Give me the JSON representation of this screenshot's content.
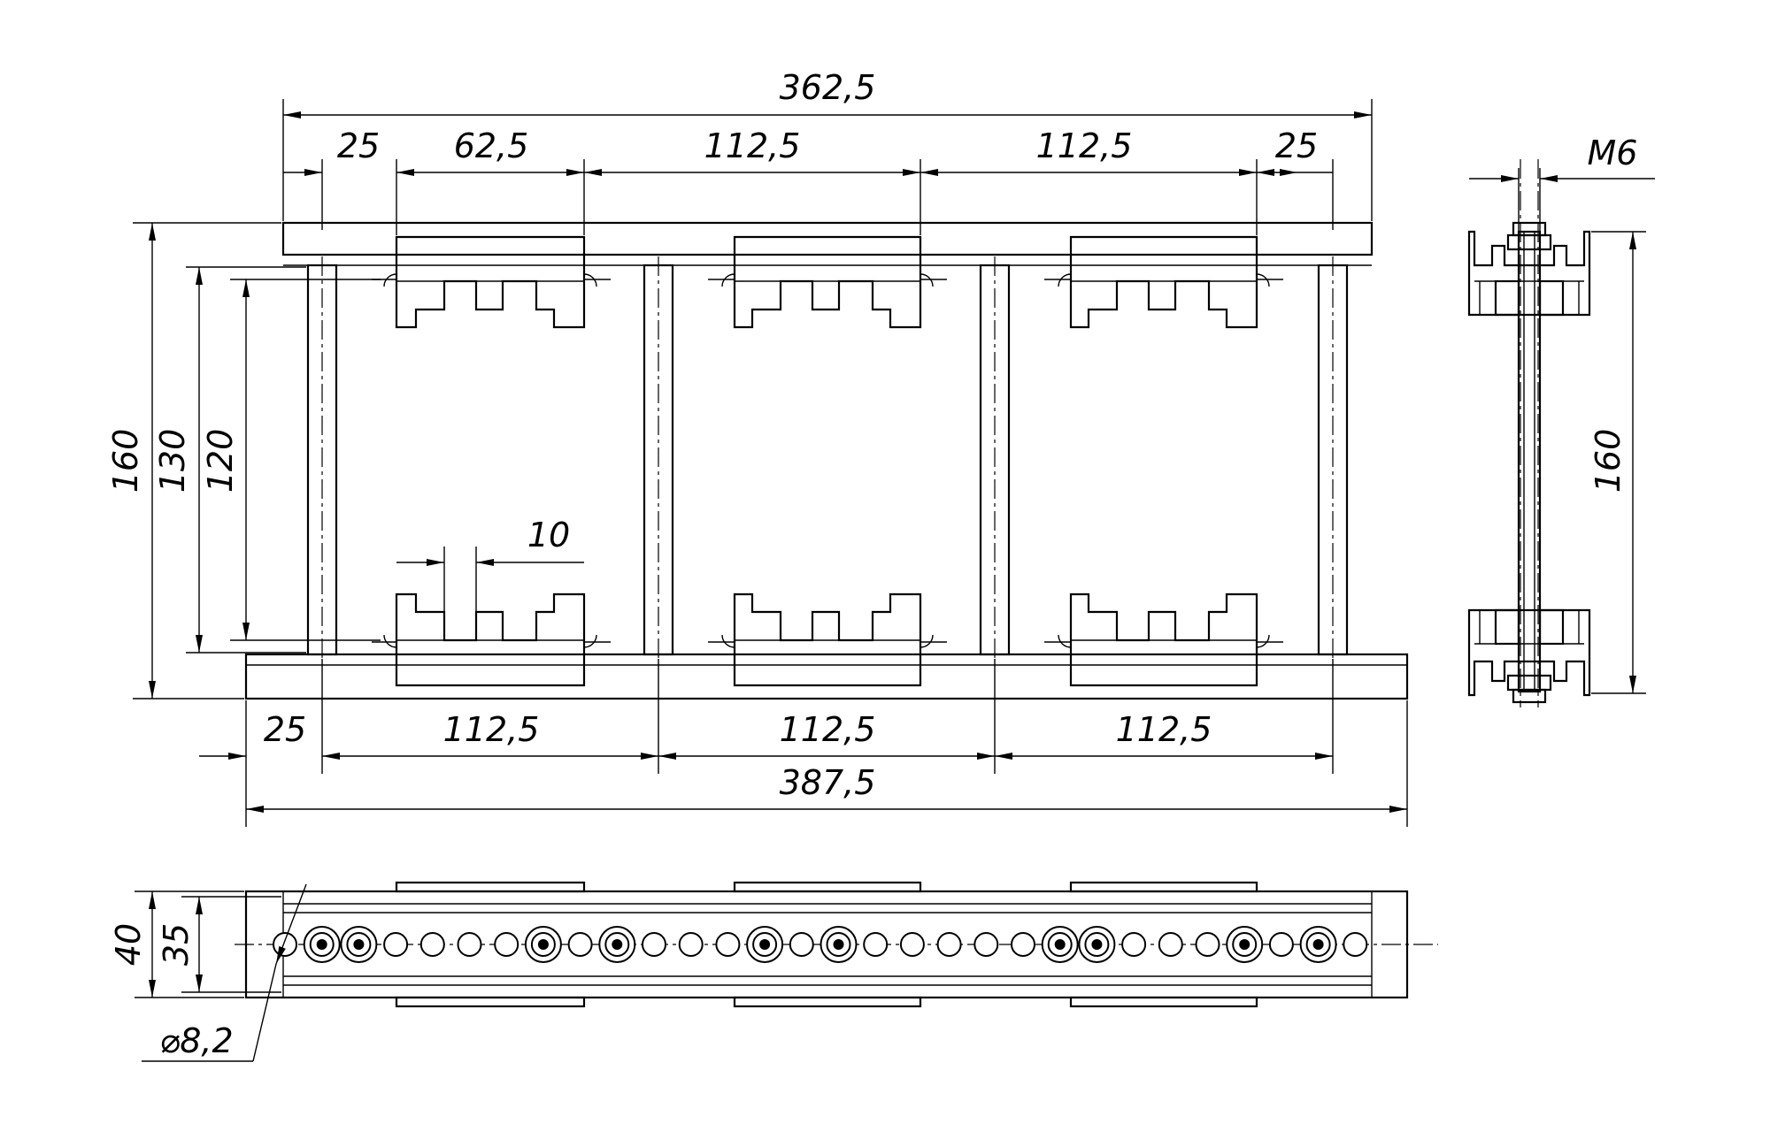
{
  "dimensions": {
    "overall_top": "362,5",
    "seg_25_left": "25",
    "seg_62_5": "62,5",
    "seg_112_5_a": "112,5",
    "seg_112_5_b": "112,5",
    "seg_25_right": "25",
    "bottom_25": "25",
    "bottom_112_5_a": "112,5",
    "bottom_112_5_b": "112,5",
    "bottom_112_5_c": "112,5",
    "overall_bottom": "387,5",
    "height_160": "160",
    "height_130": "130",
    "height_120": "120",
    "pitch_10": "10",
    "thread_m6": "M6",
    "side_height_160": "160",
    "plan_40": "40",
    "plan_35": "35",
    "hole_dia": "⌀8,2"
  },
  "colors": {
    "line": "#000000",
    "background": "#ffffff"
  }
}
